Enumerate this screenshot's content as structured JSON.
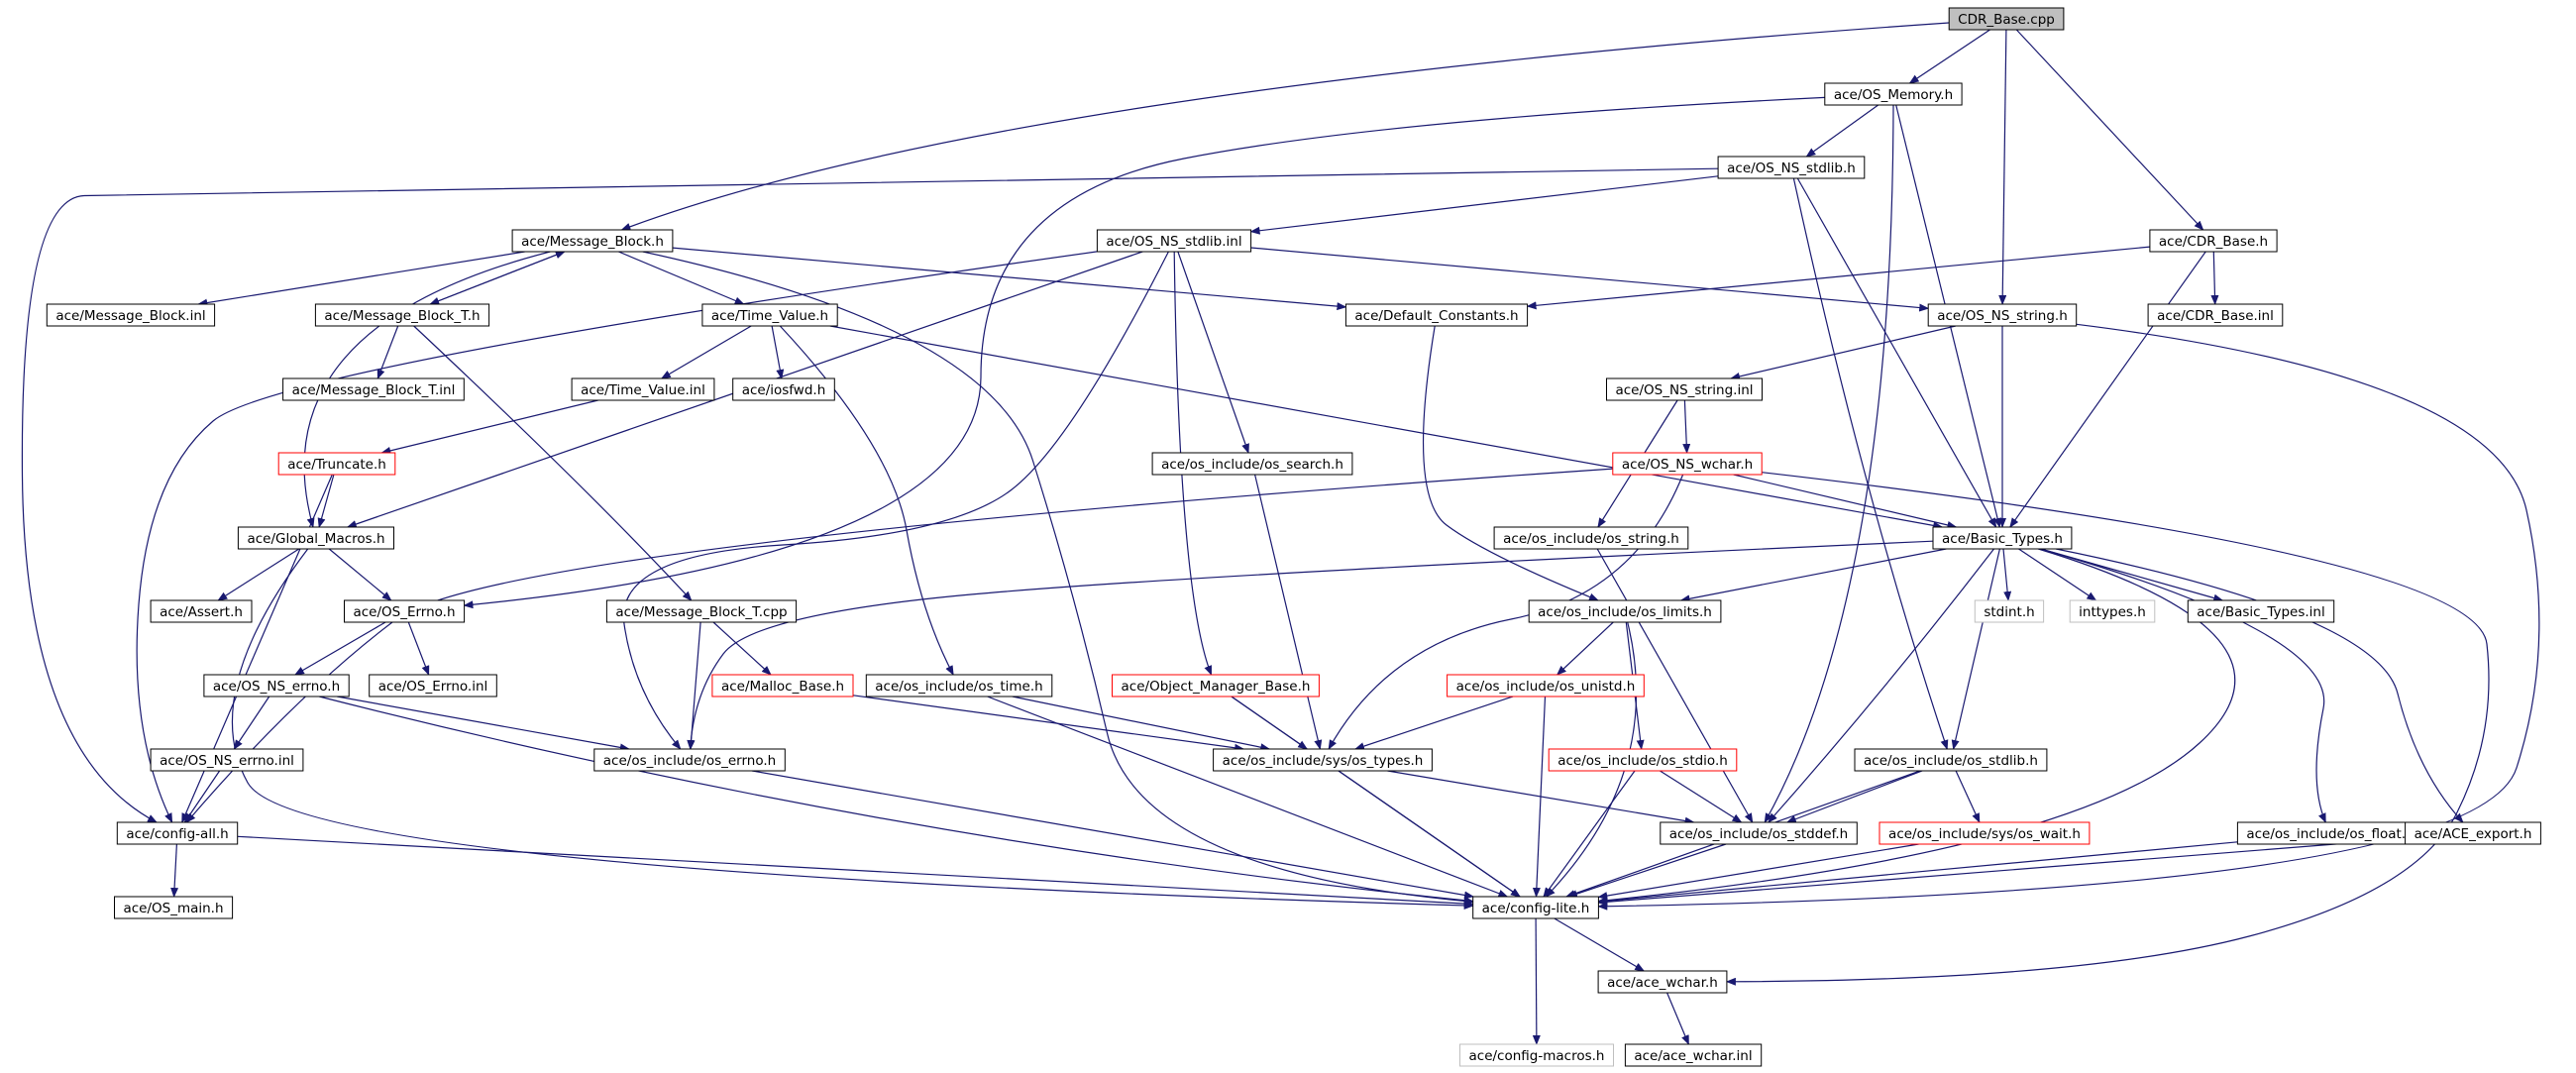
{
  "colors": {
    "edge": "#191970",
    "border_default": "#000000",
    "border_truncated": "#ff0000",
    "border_external": "#bfbfbf",
    "fill_root": "#bfbfbf",
    "fill_default": "#ffffff",
    "text": "#000000"
  },
  "nodes": [
    {
      "id": "cdr_base_cpp",
      "label": "CDR_Base.cpp",
      "style": "root"
    },
    {
      "id": "os_memory_h",
      "label": "ace/OS_Memory.h",
      "style": "default"
    },
    {
      "id": "os_ns_stdlib_h",
      "label": "ace/OS_NS_stdlib.h",
      "style": "default"
    },
    {
      "id": "cdr_base_h",
      "label": "ace/CDR_Base.h",
      "style": "default"
    },
    {
      "id": "message_block_h",
      "label": "ace/Message_Block.h",
      "style": "default"
    },
    {
      "id": "os_ns_stdlib_inl",
      "label": "ace/OS_NS_stdlib.inl",
      "style": "default"
    },
    {
      "id": "message_block_inl",
      "label": "ace/Message_Block.inl",
      "style": "default"
    },
    {
      "id": "message_block_t_h",
      "label": "ace/Message_Block_T.h",
      "style": "default"
    },
    {
      "id": "time_value_h",
      "label": "ace/Time_Value.h",
      "style": "default"
    },
    {
      "id": "default_constants_h",
      "label": "ace/Default_Constants.h",
      "style": "default"
    },
    {
      "id": "os_ns_string_h",
      "label": "ace/OS_NS_string.h",
      "style": "default"
    },
    {
      "id": "cdr_base_inl",
      "label": "ace/CDR_Base.inl",
      "style": "default"
    },
    {
      "id": "message_block_t_inl",
      "label": "ace/Message_Block_T.inl",
      "style": "default"
    },
    {
      "id": "time_value_inl",
      "label": "ace/Time_Value.inl",
      "style": "default"
    },
    {
      "id": "iosfwd_h",
      "label": "ace/iosfwd.h",
      "style": "default"
    },
    {
      "id": "os_ns_string_inl",
      "label": "ace/OS_NS_string.inl",
      "style": "default"
    },
    {
      "id": "truncate_h",
      "label": "ace/Truncate.h",
      "style": "truncated"
    },
    {
      "id": "os_search_h",
      "label": "ace/os_include/os_search.h",
      "style": "default"
    },
    {
      "id": "os_ns_wchar_h",
      "label": "ace/OS_NS_wchar.h",
      "style": "truncated"
    },
    {
      "id": "global_macros_h",
      "label": "ace/Global_Macros.h",
      "style": "default"
    },
    {
      "id": "os_string_h",
      "label": "ace/os_include/os_string.h",
      "style": "default"
    },
    {
      "id": "basic_types_h",
      "label": "ace/Basic_Types.h",
      "style": "default"
    },
    {
      "id": "assert_h",
      "label": "ace/Assert.h",
      "style": "default"
    },
    {
      "id": "os_errno_h",
      "label": "ace/OS_Errno.h",
      "style": "default"
    },
    {
      "id": "message_block_t_cpp",
      "label": "ace/Message_Block_T.cpp",
      "style": "default"
    },
    {
      "id": "os_limits_h",
      "label": "ace/os_include/os_limits.h",
      "style": "default"
    },
    {
      "id": "stdint_h",
      "label": "stdint.h",
      "style": "external"
    },
    {
      "id": "inttypes_h",
      "label": "inttypes.h",
      "style": "external"
    },
    {
      "id": "basic_types_inl",
      "label": "ace/Basic_Types.inl",
      "style": "default"
    },
    {
      "id": "os_ns_errno_h",
      "label": "ace/OS_NS_errno.h",
      "style": "default"
    },
    {
      "id": "os_errno_inl",
      "label": "ace/OS_Errno.inl",
      "style": "default"
    },
    {
      "id": "malloc_base_h",
      "label": "ace/Malloc_Base.h",
      "style": "truncated"
    },
    {
      "id": "os_time_h",
      "label": "ace/os_include/os_time.h",
      "style": "default"
    },
    {
      "id": "object_manager_base_h",
      "label": "ace/Object_Manager_Base.h",
      "style": "truncated"
    },
    {
      "id": "os_unistd_h",
      "label": "ace/os_include/os_unistd.h",
      "style": "truncated"
    },
    {
      "id": "os_ns_errno_inl",
      "label": "ace/OS_NS_errno.inl",
      "style": "default"
    },
    {
      "id": "os_include_errno_h",
      "label": "ace/os_include/os_errno.h",
      "style": "default"
    },
    {
      "id": "sys_os_types_h",
      "label": "ace/os_include/sys/os_types.h",
      "style": "default"
    },
    {
      "id": "os_stdio_h",
      "label": "ace/os_include/os_stdio.h",
      "style": "truncated"
    },
    {
      "id": "os_stdlib_h",
      "label": "ace/os_include/os_stdlib.h",
      "style": "default"
    },
    {
      "id": "config_all_h",
      "label": "ace/config-all.h",
      "style": "default"
    },
    {
      "id": "os_stddef_h",
      "label": "ace/os_include/os_stddef.h",
      "style": "default"
    },
    {
      "id": "sys_os_wait_h",
      "label": "ace/os_include/sys/os_wait.h",
      "style": "truncated"
    },
    {
      "id": "os_float_h",
      "label": "ace/os_include/os_float.h",
      "style": "default"
    },
    {
      "id": "ace_export_h",
      "label": "ace/ACE_export.h",
      "style": "default"
    },
    {
      "id": "os_main_h",
      "label": "ace/OS_main.h",
      "style": "default"
    },
    {
      "id": "config_lite_h",
      "label": "ace/config-lite.h",
      "style": "default"
    },
    {
      "id": "ace_wchar_h",
      "label": "ace/ace_wchar.h",
      "style": "default"
    },
    {
      "id": "config_macros_h",
      "label": "ace/config-macros.h",
      "style": "external"
    },
    {
      "id": "ace_wchar_inl",
      "label": "ace/ace_wchar.inl",
      "style": "default"
    }
  ],
  "edges": [
    [
      "cdr_base_cpp",
      "os_memory_h"
    ],
    [
      "cdr_base_cpp",
      "message_block_h"
    ],
    [
      "cdr_base_cpp",
      "os_ns_string_h"
    ],
    [
      "cdr_base_cpp",
      "cdr_base_h"
    ],
    [
      "os_memory_h",
      "os_ns_stdlib_h"
    ],
    [
      "os_memory_h",
      "os_errno_h"
    ],
    [
      "os_memory_h",
      "basic_types_h"
    ],
    [
      "os_memory_h",
      "os_stddef_h"
    ],
    [
      "os_ns_stdlib_h",
      "os_ns_stdlib_inl"
    ],
    [
      "os_ns_stdlib_h",
      "config_all_h"
    ],
    [
      "os_ns_stdlib_h",
      "basic_types_h"
    ],
    [
      "os_ns_stdlib_h",
      "os_stdlib_h"
    ],
    [
      "cdr_base_h",
      "default_constants_h"
    ],
    [
      "cdr_base_h",
      "cdr_base_inl"
    ],
    [
      "cdr_base_h",
      "basic_types_h"
    ],
    [
      "message_block_h",
      "message_block_inl"
    ],
    [
      "message_block_h",
      "message_block_t_h"
    ],
    [
      "message_block_h",
      "time_value_h"
    ],
    [
      "message_block_h",
      "default_constants_h"
    ],
    [
      "message_block_h",
      "global_macros_h"
    ],
    [
      "message_block_h",
      "config_lite_h"
    ],
    [
      "message_block_t_h",
      "message_block_h"
    ],
    [
      "message_block_t_h",
      "message_block_t_inl"
    ],
    [
      "message_block_t_h",
      "message_block_t_cpp"
    ],
    [
      "os_ns_stdlib_inl",
      "os_ns_string_h"
    ],
    [
      "os_ns_stdlib_inl",
      "os_search_h"
    ],
    [
      "os_ns_stdlib_inl",
      "global_macros_h"
    ],
    [
      "os_ns_stdlib_inl",
      "object_manager_base_h"
    ],
    [
      "os_ns_stdlib_inl",
      "config_all_h"
    ],
    [
      "os_ns_stdlib_inl",
      "os_include_errno_h"
    ],
    [
      "time_value_h",
      "time_value_inl"
    ],
    [
      "time_value_h",
      "iosfwd_h"
    ],
    [
      "time_value_h",
      "os_time_h"
    ],
    [
      "time_value_h",
      "basic_types_h"
    ],
    [
      "time_value_inl",
      "truncate_h"
    ],
    [
      "truncate_h",
      "global_macros_h"
    ],
    [
      "truncate_h",
      "config_all_h"
    ],
    [
      "default_constants_h",
      "os_limits_h"
    ],
    [
      "os_ns_string_h",
      "os_ns_string_inl"
    ],
    [
      "os_ns_string_h",
      "basic_types_h"
    ],
    [
      "os_ns_string_h",
      "config_lite_h"
    ],
    [
      "os_ns_string_inl",
      "os_ns_wchar_h"
    ],
    [
      "os_ns_string_inl",
      "os_string_h"
    ],
    [
      "os_ns_wchar_h",
      "basic_types_h"
    ],
    [
      "os_ns_wchar_h",
      "config_all_h"
    ],
    [
      "os_ns_wchar_h",
      "sys_os_types_h"
    ],
    [
      "os_ns_wchar_h",
      "ace_wchar_h"
    ],
    [
      "os_search_h",
      "sys_os_types_h"
    ],
    [
      "os_string_h",
      "os_stddef_h"
    ],
    [
      "global_macros_h",
      "assert_h"
    ],
    [
      "global_macros_h",
      "os_errno_h"
    ],
    [
      "global_macros_h",
      "config_lite_h"
    ],
    [
      "os_errno_h",
      "os_ns_errno_h"
    ],
    [
      "os_errno_h",
      "os_errno_inl"
    ],
    [
      "os_ns_errno_h",
      "os_ns_errno_inl"
    ],
    [
      "os_ns_errno_h",
      "os_include_errno_h"
    ],
    [
      "os_ns_errno_h",
      "config_lite_h"
    ],
    [
      "os_ns_errno_inl",
      "config_all_h"
    ],
    [
      "message_block_t_cpp",
      "malloc_base_h"
    ],
    [
      "message_block_t_cpp",
      "os_include_errno_h"
    ],
    [
      "malloc_base_h",
      "sys_os_types_h"
    ],
    [
      "os_time_h",
      "sys_os_types_h"
    ],
    [
      "os_time_h",
      "config_lite_h"
    ],
    [
      "object_manager_base_h",
      "sys_os_types_h"
    ],
    [
      "object_manager_base_h",
      "config_lite_h"
    ],
    [
      "basic_types_h",
      "os_limits_h"
    ],
    [
      "basic_types_h",
      "stdint_h"
    ],
    [
      "basic_types_h",
      "inttypes_h"
    ],
    [
      "basic_types_h",
      "basic_types_inl"
    ],
    [
      "basic_types_h",
      "os_include_errno_h"
    ],
    [
      "basic_types_h",
      "os_stddef_h"
    ],
    [
      "basic_types_h",
      "os_stdlib_h"
    ],
    [
      "basic_types_h",
      "os_float_h"
    ],
    [
      "basic_types_h",
      "ace_export_h"
    ],
    [
      "basic_types_h",
      "config_lite_h"
    ],
    [
      "os_limits_h",
      "os_unistd_h"
    ],
    [
      "os_limits_h",
      "os_stdio_h"
    ],
    [
      "os_limits_h",
      "config_lite_h"
    ],
    [
      "os_unistd_h",
      "sys_os_types_h"
    ],
    [
      "os_unistd_h",
      "config_lite_h"
    ],
    [
      "os_stdio_h",
      "os_stddef_h"
    ],
    [
      "os_stdio_h",
      "config_lite_h"
    ],
    [
      "os_include_errno_h",
      "config_lite_h"
    ],
    [
      "sys_os_types_h",
      "os_stddef_h"
    ],
    [
      "sys_os_types_h",
      "config_lite_h"
    ],
    [
      "os_stdlib_h",
      "os_stddef_h"
    ],
    [
      "os_stdlib_h",
      "sys_os_wait_h"
    ],
    [
      "os_stdlib_h",
      "config_lite_h"
    ],
    [
      "sys_os_wait_h",
      "config_lite_h"
    ],
    [
      "os_float_h",
      "config_lite_h"
    ],
    [
      "ace_export_h",
      "config_lite_h"
    ],
    [
      "os_stddef_h",
      "config_lite_h"
    ],
    [
      "config_all_h",
      "os_main_h"
    ],
    [
      "config_all_h",
      "config_lite_h"
    ],
    [
      "config_lite_h",
      "ace_wchar_h"
    ],
    [
      "config_lite_h",
      "config_macros_h"
    ],
    [
      "ace_wchar_h",
      "ace_wchar_inl"
    ]
  ]
}
